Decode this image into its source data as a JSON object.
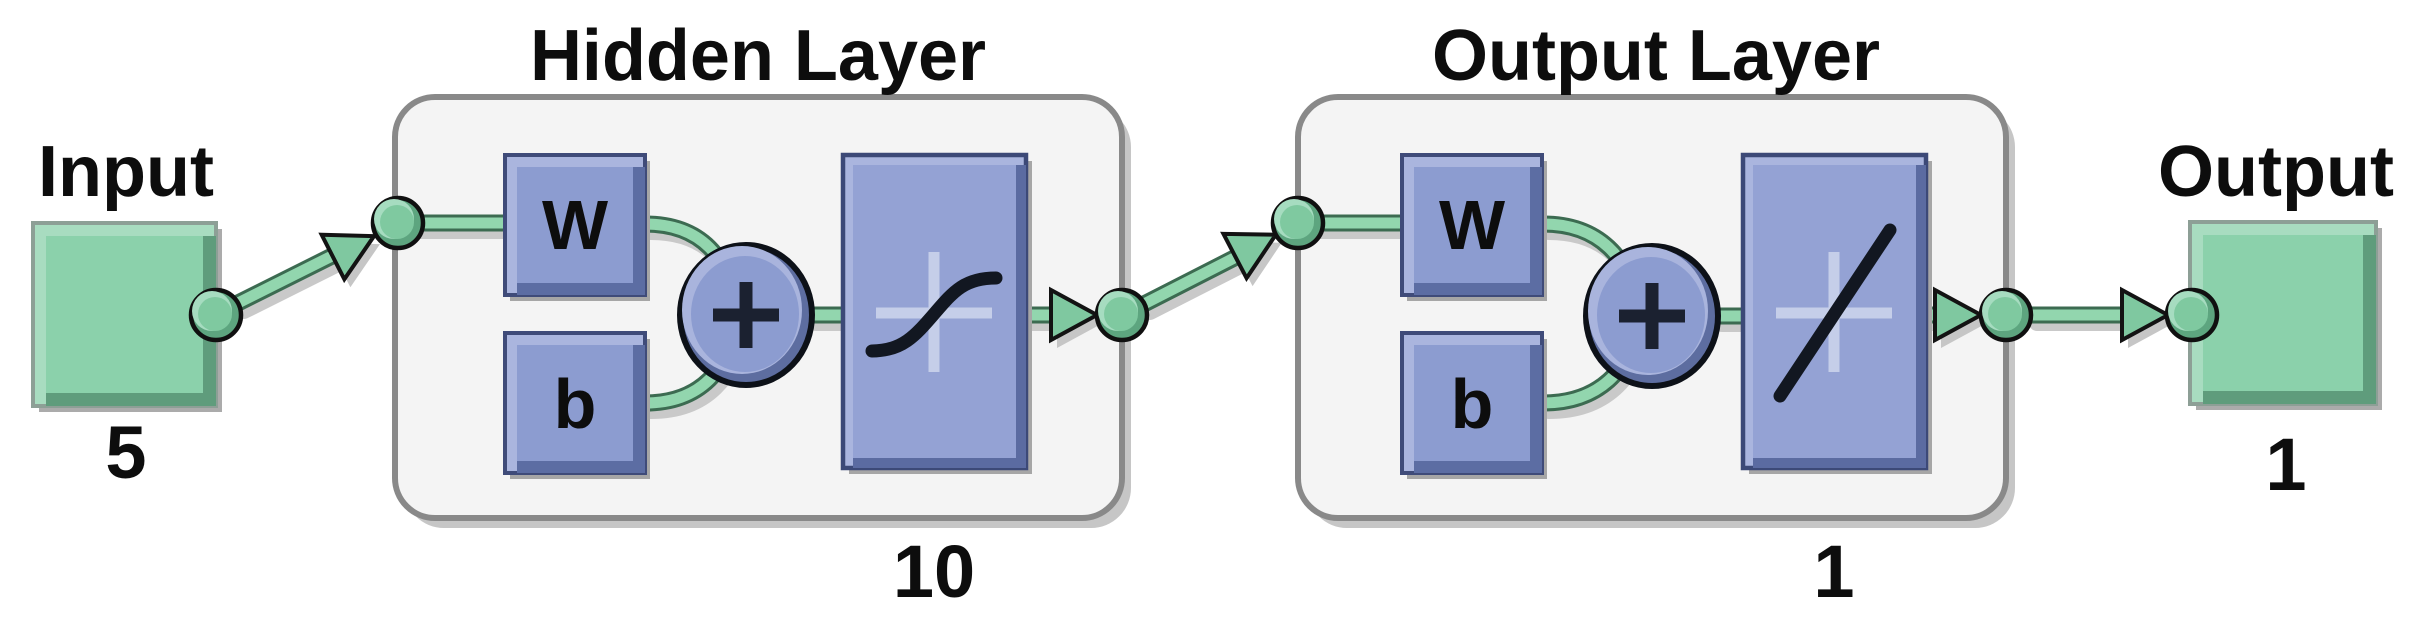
{
  "input": {
    "label": "Input",
    "size": "5"
  },
  "hidden_layer": {
    "title": "Hidden Layer",
    "weight": "W",
    "bias": "b",
    "sum_symbol": "+",
    "transfer_icon": "sigmoid-curve",
    "size": "10"
  },
  "output_layer": {
    "title": "Output Layer",
    "weight": "W",
    "bias": "b",
    "sum_symbol": "+",
    "transfer_icon": "linear-line",
    "size": "1"
  },
  "output": {
    "label": "Output",
    "size": "1"
  },
  "colors": {
    "background": "#ffffff",
    "box_fill": "#f4f4f4",
    "box_border": "#898989",
    "green_face": "#8bd1ab",
    "green_light": "#a8dcc0",
    "green_dark": "#5f9c7c",
    "connector_green": "#92d6ae",
    "blue_face": "#8c9cd0",
    "blue_light": "#aab5de",
    "blue_dark": "#5c6da3",
    "blue_border": "#3f4b79",
    "text": "#0d0d0d"
  }
}
